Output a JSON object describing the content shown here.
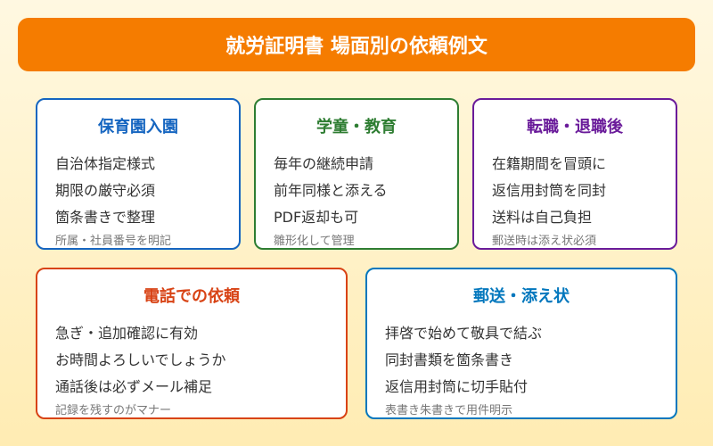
{
  "header": {
    "title": "就労証明書 場面別の依頼例文",
    "color": "#F57C00"
  },
  "cards": [
    {
      "title": "保育園入園",
      "color": "#1565C0",
      "items": [
        "自治体指定様式",
        "期限の厳守必須",
        "箇条書きで整理"
      ],
      "note": "所属・社員番号を明記"
    },
    {
      "title": "学童・教育",
      "color": "#2E7D32",
      "items": [
        "毎年の継続申請",
        "前年同様と添える",
        "PDF返却も可"
      ],
      "note": "雛形化して管理"
    },
    {
      "title": "転職・退職後",
      "color": "#6A1B9A",
      "items": [
        "在籍期間を冒頭に",
        "返信用封筒を同封",
        "送料は自己負担"
      ],
      "note": "郵送時は添え状必須"
    },
    {
      "title": "電話での依頼",
      "color": "#D84315",
      "items": [
        "急ぎ・追加確認に有効",
        "お時間よろしいでしょうか",
        "通話後は必ずメール補足"
      ],
      "note": "記録を残すのがマナー"
    },
    {
      "title": "郵送・添え状",
      "color": "#0277BD",
      "items": [
        "拝啓で始めて敬具で結ぶ",
        "同封書類を箇条書き",
        "返信用封筒に切手貼付"
      ],
      "note": "表書き朱書きで用件明示"
    }
  ]
}
